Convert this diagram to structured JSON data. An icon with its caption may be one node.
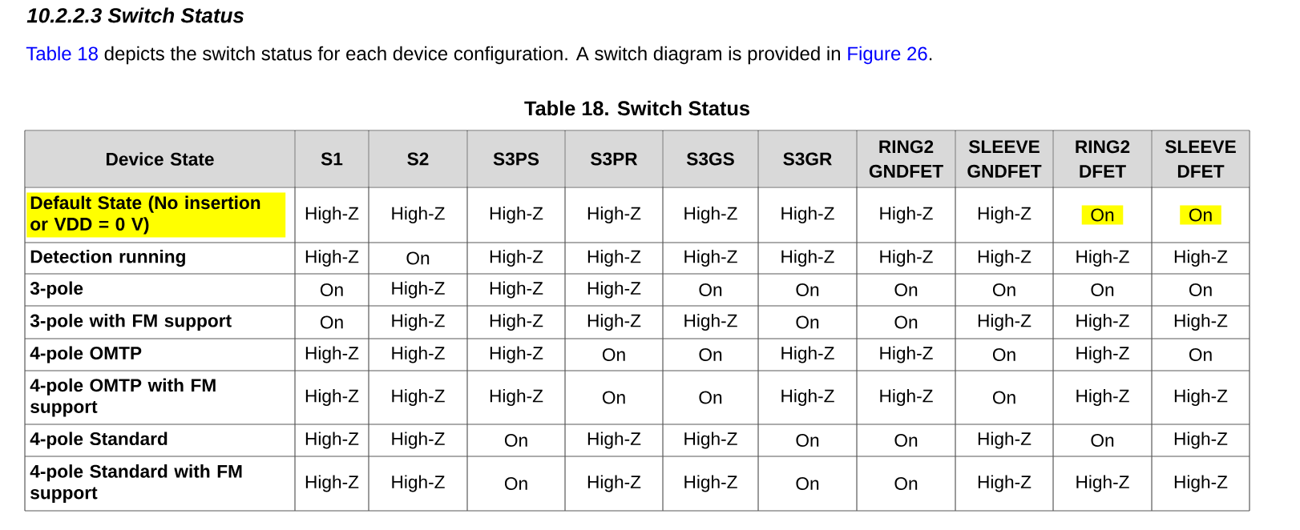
{
  "diagram": {
    "title": "10.2.2.3 Switch Status",
    "caption": "Table 18. Switch Status",
    "labels": [
      "Table 18",
      "depicts the switch status for each device configuration. A switch diagram is provided in",
      "Figure 26",
      ".",
      "Device State",
      "S1",
      "S2",
      "S3PS",
      "S3PR",
      "S3GS",
      "S3GR",
      "RING2 GNDFET",
      "SLEEVE GNDFET",
      "RING2 DFET",
      "SLEEVE DFET",
      "Default State (No insertion or VDD = 0 V)",
      "High-Z",
      "High-Z",
      "High-Z",
      "High-Z",
      "High-Z",
      "High-Z",
      "High-Z",
      "High-Z",
      "On",
      "On",
      "Detection running",
      "High-Z",
      "On",
      "High-Z",
      "High-Z",
      "High-Z",
      "High-Z",
      "High-Z",
      "High-Z",
      "High-Z",
      "High-Z",
      "3-pole",
      "On",
      "High-Z",
      "High-Z",
      "High-Z",
      "On",
      "On",
      "On",
      "On",
      "On",
      "On",
      "3-pole with FM support",
      "On",
      "High-Z",
      "High-Z",
      "High-Z",
      "High-Z",
      "On",
      "On",
      "High-Z",
      "High-Z",
      "High-Z",
      "4-pole OMTP",
      "High-Z",
      "High-Z",
      "High-Z",
      "On",
      "On",
      "High-Z",
      "High-Z",
      "On",
      "High-Z",
      "On",
      "4-pole OMTP with FM support",
      "High-Z",
      "High-Z",
      "High-Z",
      "On",
      "On",
      "High-Z",
      "High-Z",
      "On",
      "High-Z",
      "High-Z",
      "4-pole Standard",
      "High-Z",
      "High-Z",
      "On",
      "High-Z",
      "High-Z",
      "On",
      "On",
      "High-Z",
      "On",
      "High-Z",
      "4-pole Standard with FM support",
      "High-Z",
      "High-Z",
      "On",
      "High-Z",
      "High-Z",
      "On",
      "On",
      "High-Z",
      "High-Z",
      "High-Z"
    ]
  }
}
